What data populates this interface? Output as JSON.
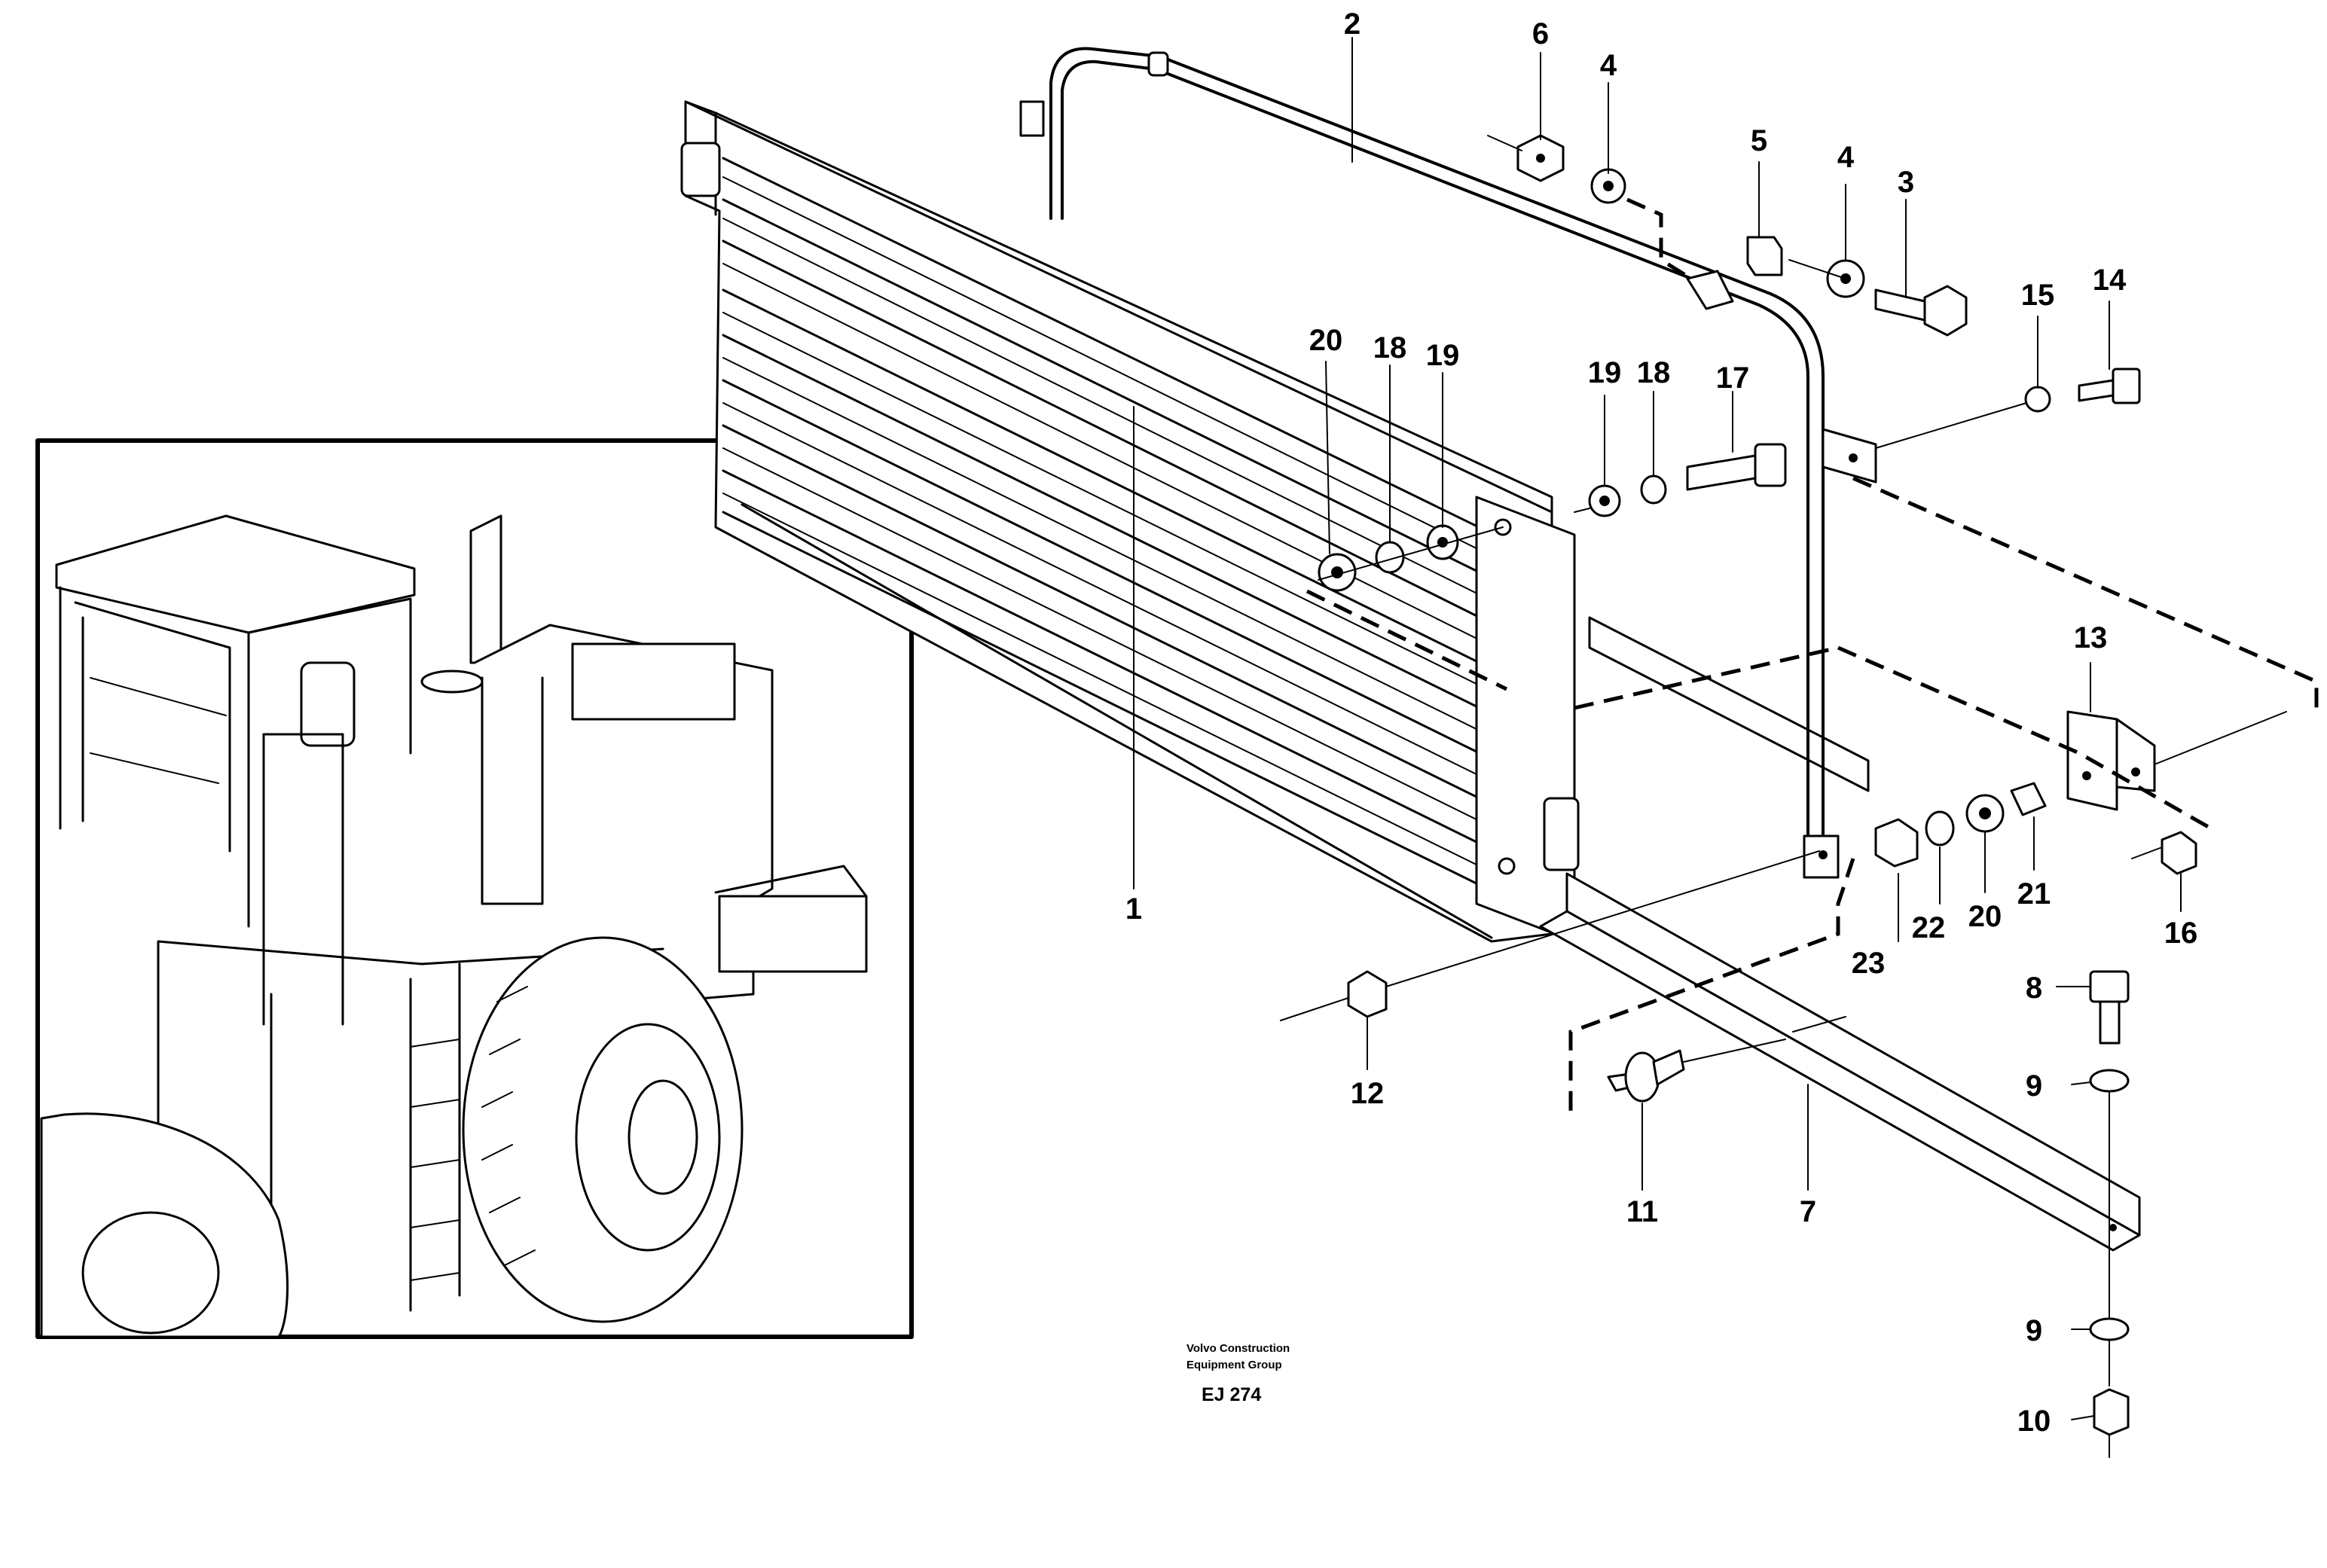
{
  "diagram": {
    "callouts": {
      "c1": "1",
      "c2": "2",
      "c3": "3",
      "c4a": "4",
      "c4b": "4",
      "c5": "5",
      "c6": "6",
      "c7": "7",
      "c8": "8",
      "c9a": "9",
      "c9b": "9",
      "c10": "10",
      "c11": "11",
      "c12": "12",
      "c13": "13",
      "c14": "14",
      "c15": "15",
      "c16": "16",
      "c17": "17",
      "c18a": "18",
      "c18b": "18",
      "c19a": "19",
      "c19b": "19",
      "c20a": "20",
      "c20b": "20",
      "c21": "21",
      "c22": "22",
      "c23": "23"
    },
    "credit_line1": "Volvo Construction",
    "credit_line2": "Equipment Group",
    "drawing_code": "EJ 274"
  }
}
